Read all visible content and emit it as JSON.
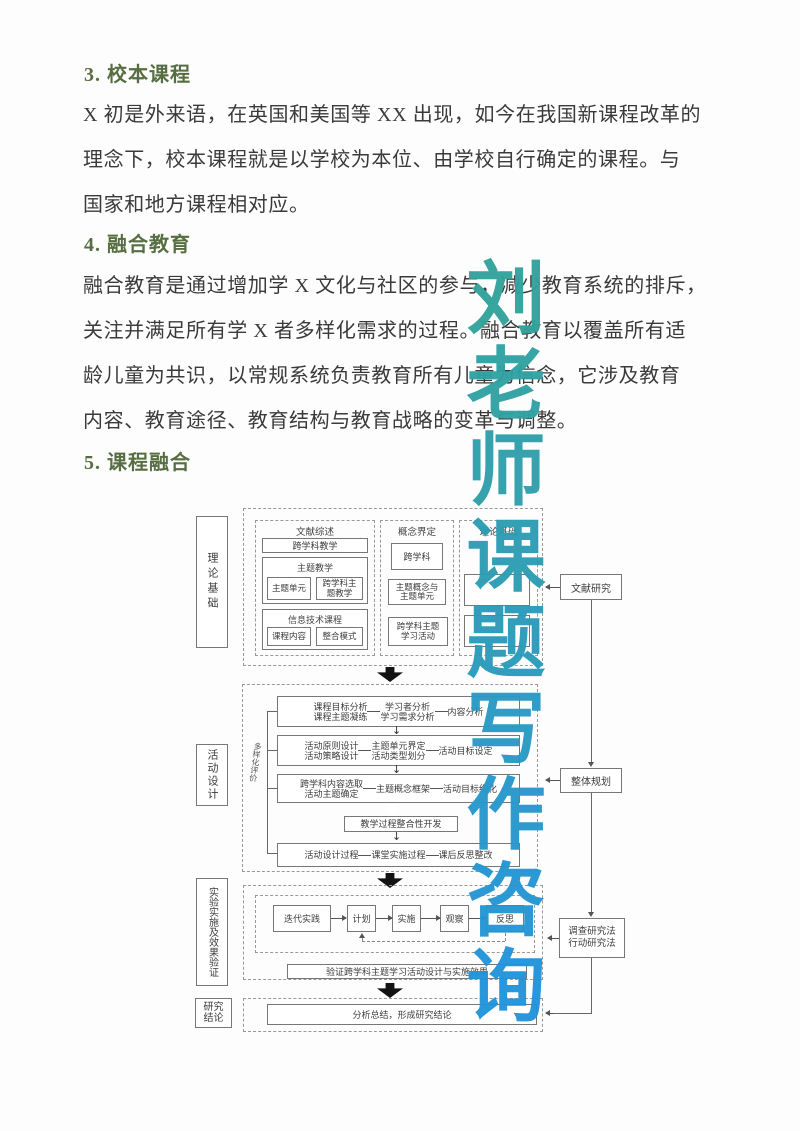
{
  "colors": {
    "heading_green": "#566e41",
    "body_text": "#3a3a3a",
    "watermark_top": "#31a29b",
    "watermark_bottom": "#2193db"
  },
  "watermark": {
    "text": "刘老师课题写作咨询",
    "chars": [
      "刘",
      "老",
      "师",
      "课",
      "题",
      "写",
      "作",
      "咨",
      "询"
    ],
    "char_colors": [
      "#31a29b",
      "#2fa1a3",
      "#2d9fab",
      "#2c9db4",
      "#2a9bbc",
      "#289ac4",
      "#2697cc",
      "#2395d3",
      "#2193db"
    ]
  },
  "doc": {
    "heading3": "3. 校本课程",
    "p3_lines": [
      "X 初是外来语，在英国和美国等 XX 出现，如今在我国新课程改革的",
      "理念下，校本课程就是以学校为本位、由学校自行确定的课程。与",
      "国家和地方课程相对应。"
    ],
    "heading4": "4. 融合教育",
    "p4_lines": [
      "融合教育是通过增加学 X  文化与社区的参与，减少教育系统的排斥，",
      "关注并满足所有学 X 者多样化需求的过程。融合教育以覆盖所有适",
      "龄儿童为共识，以常规系统负责教育所有儿童为信念，它涉及教育",
      "内容、教育途径、教育结构与教育战略的变革与调整。"
    ],
    "heading5": "5. 课程融合"
  },
  "diagram": {
    "stages": {
      "s1": "理论基础",
      "s2": "活动设计",
      "s3": "实验实施及效果验证",
      "s4_l1": "研究",
      "s4_l2": "结论"
    },
    "right": {
      "r1": "文献研究",
      "r2": "整体规划",
      "r3_l1": "调查研究法",
      "r3_l2": "行动研究法"
    },
    "lit": {
      "title": "文献综述",
      "b1": "跨学科教学",
      "g1_title": "主题教学",
      "g1_a": "主题单元",
      "g1_b_l1": "跨学科主",
      "g1_b_l2": "题教学",
      "g2_title": "信息技术课程",
      "g2_a": "课程内容",
      "g2_b": "整合模式"
    },
    "concept": {
      "title": "概念界定",
      "b1": "跨学科",
      "b2_l1": "主题概念与",
      "b2_l2": "主题单元",
      "b3_l1": "跨学科主题",
      "b3_l2": "学习活动"
    },
    "theory": {
      "title": "理论基础"
    },
    "design": {
      "side": "多样化评价",
      "r1_left1": "课程目标分析",
      "r1_left2": "课程主题凝练",
      "r1_mid1": "学习者分析",
      "r1_mid2": "学习需求分析",
      "r1_right": "内容分析",
      "r2_left1": "活动原则设计",
      "r2_left2": "活动策略设计",
      "r2_mid1": "主题单元界定",
      "r2_mid2": "活动类型划分",
      "r2_right": "活动目标设定",
      "r3_left1": "跨学科内容选取",
      "r3_left2": "活动主题确定",
      "r3_mid": "主题概念框架",
      "r3_right": "活动目标细化",
      "integrate": "教学过程整合性开发",
      "r4_left": "活动设计过程",
      "r4_mid": "课堂实施过程",
      "r4_right": "课后反思整改"
    },
    "practice": {
      "b1": "迭代实践",
      "b2": "计划",
      "b3": "实施",
      "b4": "观察",
      "b5": "反思",
      "verify": "验证跨学科主题学习活动设计与实施效果"
    },
    "conclusion": {
      "box": "分析总结，形成研究结论"
    }
  }
}
